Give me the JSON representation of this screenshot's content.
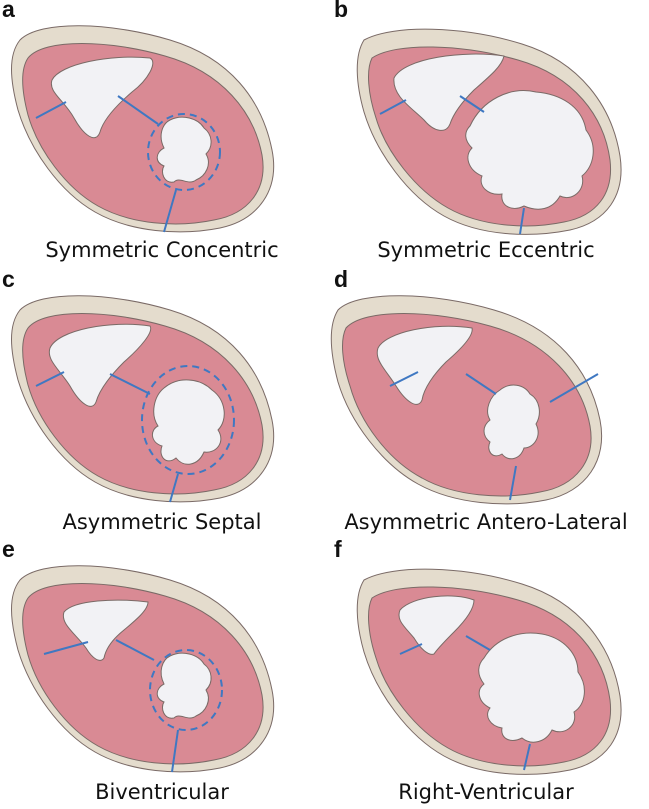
{
  "colors": {
    "myocardium": "#d98a94",
    "myocardium_dark": "#c8737e",
    "pericardium": "#e4dccd",
    "cavity": "#f2f2f5",
    "septal_line": "#3f78c2",
    "outline": "#7a6a66"
  },
  "panels": [
    {
      "letter": "a",
      "caption": "Symmetric Concentric"
    },
    {
      "letter": "b",
      "caption": "Symmetric Eccentric"
    },
    {
      "letter": "c",
      "caption": "Asymmetric Septal"
    },
    {
      "letter": "d",
      "caption": "Asymmetric Antero-Lateral"
    },
    {
      "letter": "e",
      "caption": "Biventricular"
    },
    {
      "letter": "f",
      "caption": "Right-Ventricular"
    }
  ]
}
